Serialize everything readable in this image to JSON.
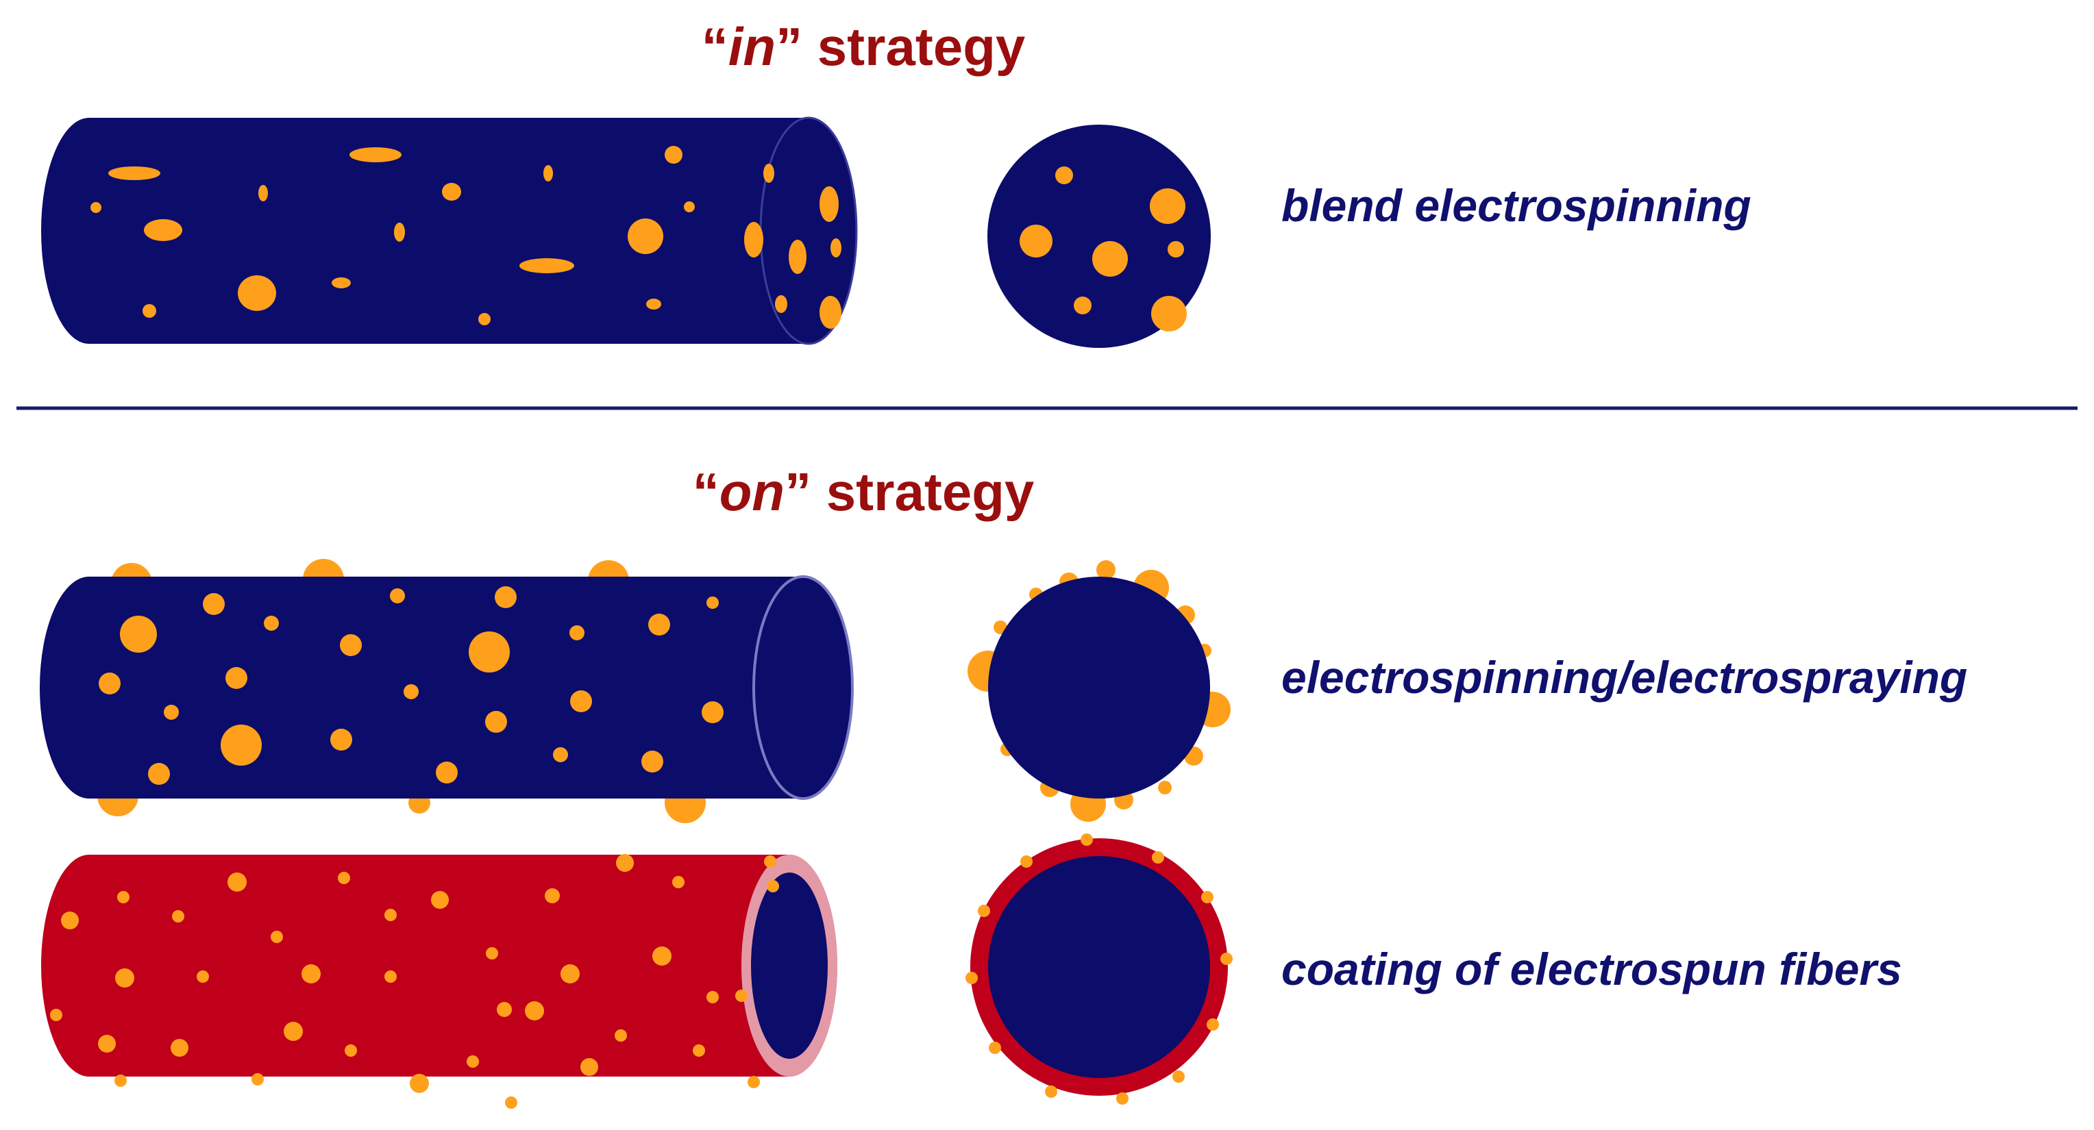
{
  "headings": {
    "in": {
      "open_quote": "“",
      "word": "in",
      "close": "” strategy"
    },
    "on": {
      "open_quote": "“",
      "word": "on",
      "close": "” strategy"
    }
  },
  "labels": {
    "blend": "blend electrospinning",
    "spray": "electrospinning/electrospraying",
    "coating": "coating of electrospun fibers"
  },
  "colors": {
    "fiber_navy": "#0c0c6a",
    "fiber_red": "#c0001b",
    "particle_orange": "#ffa01c",
    "heading_red": "#9a0e0e",
    "label_navy": "#10106e",
    "divider": "#1a1a6e"
  }
}
